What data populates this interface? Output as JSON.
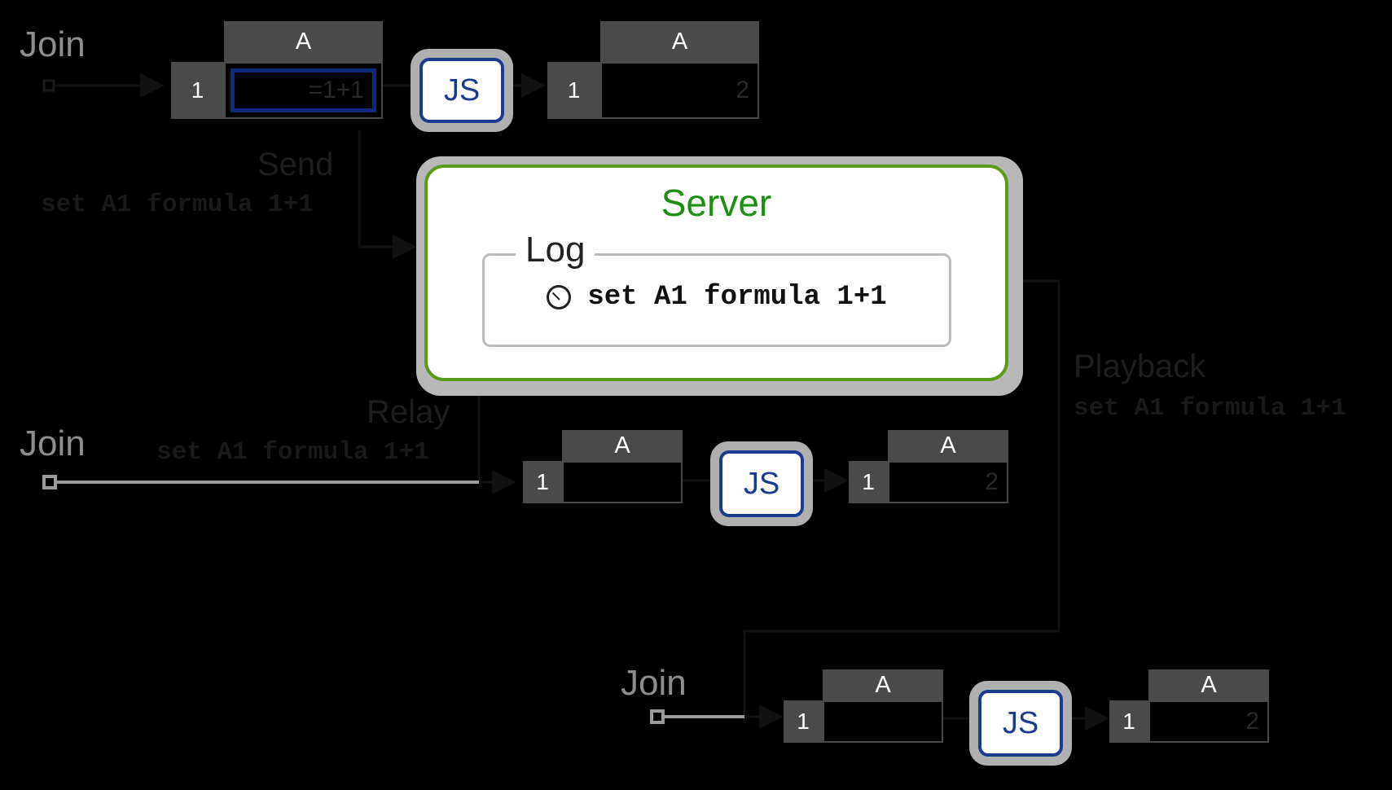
{
  "clients": [
    {
      "join_label": "Join",
      "input_sheet": {
        "col": "A",
        "row": "1",
        "cell": "=1+1"
      },
      "engine_label": "JS",
      "output_sheet": {
        "col": "A",
        "row": "1",
        "cell": "2"
      }
    },
    {
      "join_label": "Join",
      "input_sheet": {
        "col": "A",
        "row": "1",
        "cell": ""
      },
      "engine_label": "JS",
      "output_sheet": {
        "col": "A",
        "row": "1",
        "cell": "2"
      }
    },
    {
      "join_label": "Join",
      "input_sheet": {
        "col": "A",
        "row": "1",
        "cell": ""
      },
      "engine_label": "JS",
      "output_sheet": {
        "col": "A",
        "row": "1",
        "cell": "2"
      }
    }
  ],
  "server": {
    "title": "Server",
    "log_title": "Log",
    "log_entries": [
      "set A1 formula 1+1"
    ]
  },
  "messages": {
    "send": {
      "label": "Send",
      "command": "set A1 formula 1+1"
    },
    "relay": {
      "label": "Relay",
      "command": "set A1 formula 1+1"
    },
    "playback": {
      "label": "Playback",
      "command": "set A1 formula 1+1"
    }
  },
  "colors": {
    "background": "#000000",
    "server_border": "#5b9a1a",
    "server_title": "#1f8e14",
    "js_border": "#1a3c8e",
    "header_fill": "#4a4a4a"
  }
}
